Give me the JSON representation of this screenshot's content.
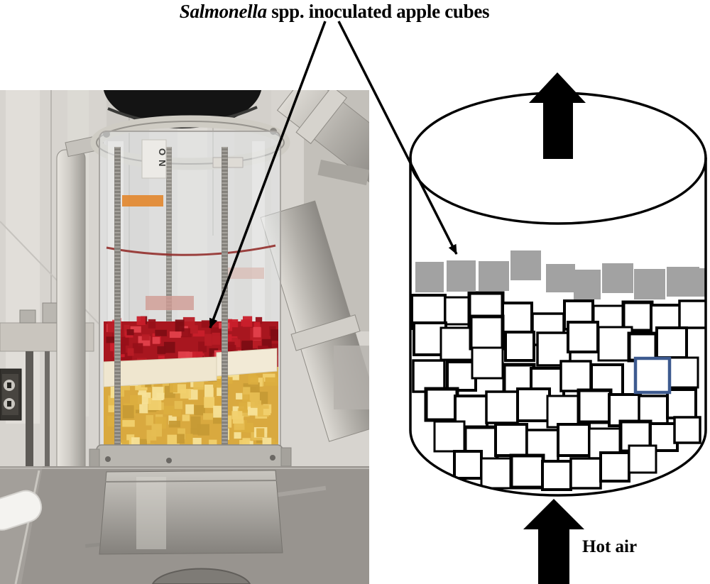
{
  "figure_title": {
    "species": "Salmonella",
    "rest": " spp. inoculated apple cubes"
  },
  "schematic": {
    "hot_air_label": "Hot air",
    "colors": {
      "inoculated_gray": "#a2a2a2",
      "highlight_blue": "#3d5a8f",
      "outline": "#000000",
      "cube_fill": "#ffffff"
    },
    "inoculated_cubes": [
      [
        585,
        369,
        40,
        43
      ],
      [
        629,
        367,
        41,
        44
      ],
      [
        674,
        368,
        43,
        42
      ],
      [
        719,
        353,
        43,
        42
      ],
      [
        769,
        372,
        41,
        40
      ],
      [
        808,
        380,
        38,
        42
      ],
      [
        848,
        371,
        44,
        42
      ],
      [
        893,
        379,
        44,
        43
      ],
      [
        939,
        376,
        46,
        42
      ],
      [
        984,
        378,
        11,
        40
      ]
    ],
    "apple_cubes": [
      [
        580,
        416,
        47
      ],
      [
        627,
        419,
        38
      ],
      [
        661,
        413,
        47
      ],
      [
        708,
        427,
        41
      ],
      [
        750,
        442,
        44
      ],
      [
        795,
        424,
        40
      ],
      [
        836,
        431,
        45
      ],
      [
        878,
        426,
        40
      ],
      [
        917,
        430,
        43
      ],
      [
        957,
        424,
        38
      ],
      [
        583,
        455,
        45
      ],
      [
        621,
        462,
        45
      ],
      [
        663,
        446,
        45
      ],
      [
        712,
        468,
        40
      ],
      [
        757,
        469,
        46
      ],
      [
        800,
        454,
        42
      ],
      [
        843,
        461,
        47
      ],
      [
        886,
        470,
        38
      ],
      [
        925,
        462,
        42
      ],
      [
        582,
        508,
        44
      ],
      [
        630,
        510,
        40
      ],
      [
        665,
        490,
        43
      ],
      [
        710,
        514,
        42
      ],
      [
        748,
        519,
        46
      ],
      [
        790,
        509,
        42
      ],
      [
        833,
        514,
        44
      ],
      [
        941,
        504,
        42
      ],
      [
        600,
        548,
        44
      ],
      [
        641,
        558,
        45
      ],
      [
        685,
        552,
        44
      ],
      [
        729,
        548,
        45
      ],
      [
        771,
        558,
        44
      ],
      [
        815,
        550,
        45
      ],
      [
        858,
        556,
        44
      ],
      [
        900,
        558,
        40
      ],
      [
        940,
        549,
        40
      ],
      [
        612,
        594,
        42
      ],
      [
        655,
        602,
        45
      ],
      [
        698,
        598,
        44
      ],
      [
        742,
        606,
        44
      ],
      [
        786,
        598,
        44
      ],
      [
        830,
        604,
        44
      ],
      [
        874,
        594,
        42
      ],
      [
        916,
        597,
        38
      ],
      [
        950,
        588,
        36
      ],
      [
        640,
        636,
        38
      ],
      [
        678,
        646,
        42
      ],
      [
        720,
        642,
        45
      ],
      [
        764,
        650,
        40
      ],
      [
        804,
        646,
        42
      ],
      [
        846,
        638,
        40
      ],
      [
        886,
        628,
        38
      ]
    ],
    "highlighted_cube": [
      895,
      505,
      48
    ]
  },
  "photo": {
    "on_label": "ON",
    "palette": {
      "red_base": "#a8161f",
      "red_shades": [
        "#c91f2b",
        "#971019",
        "#e2404b",
        "#7e0d14",
        "#b81c26"
      ],
      "yellow_base": "#d9a93f",
      "yellow_shades": [
        "#f1d06e",
        "#e6bd52",
        "#c69a35",
        "#f7e298",
        "#dcae3f"
      ]
    }
  }
}
